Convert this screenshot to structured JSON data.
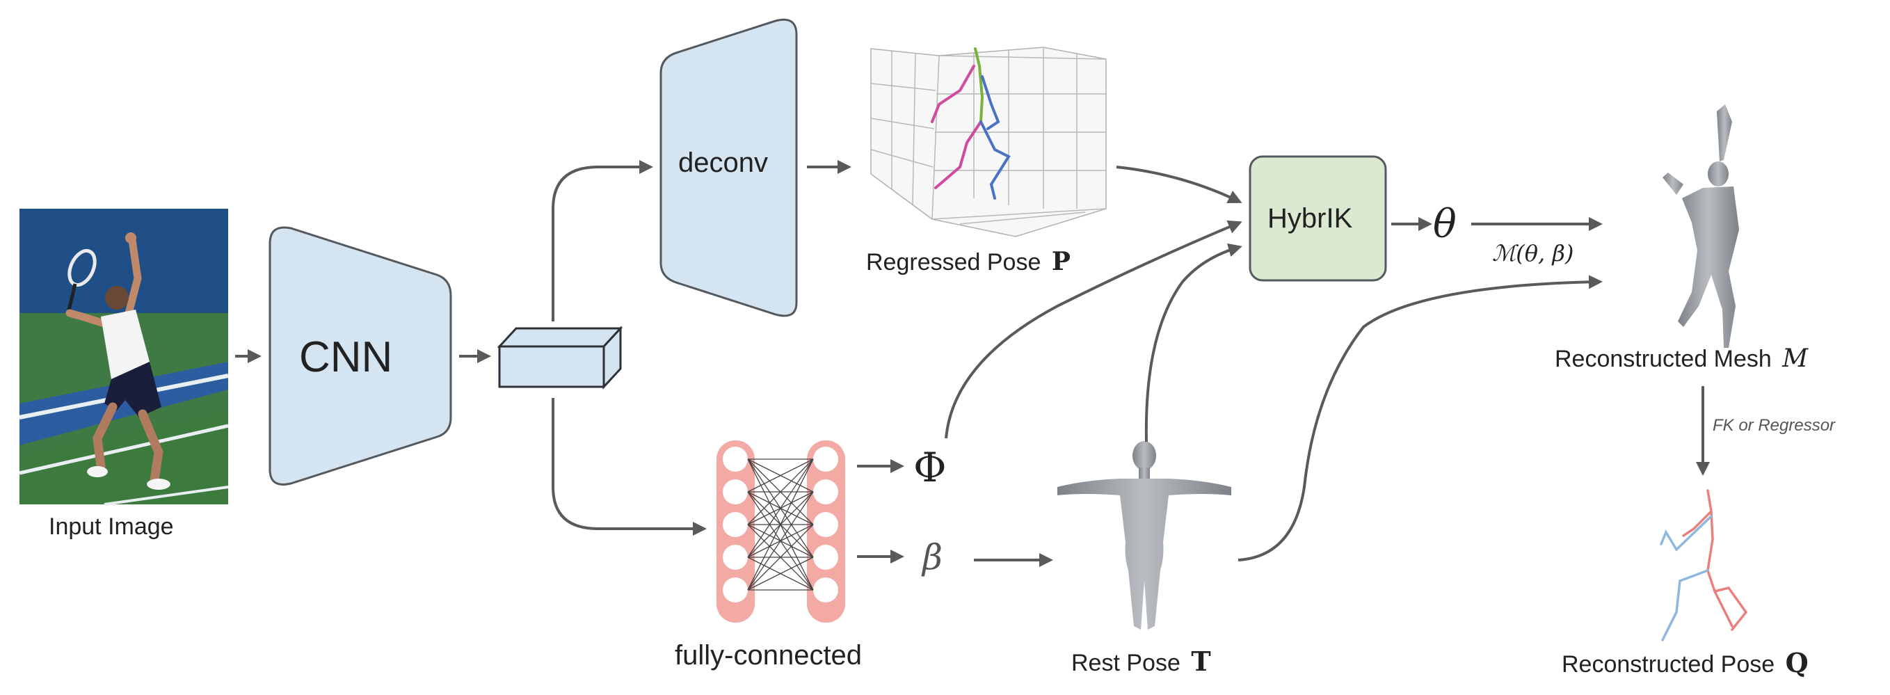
{
  "input_label": "Input Image",
  "cnn_label": "CNN",
  "deconv_label": "deconv",
  "regressed_pose_label": "Regressed Pose",
  "regressed_pose_symbol": "P",
  "hybrik_label": "HybrIK",
  "theta_symbol": "θ",
  "smpl_function": "ℳ(θ, β)",
  "phi_symbol": "Φ",
  "beta_symbol": "β",
  "fc_label": "fully-connected",
  "rest_pose_label": "Rest Pose",
  "rest_pose_symbol": "T",
  "mesh_label": "Reconstructed Mesh",
  "mesh_symbol": "M",
  "fk_label": "FK or Regressor",
  "recon_pose_label": "Reconstructed Pose",
  "recon_pose_symbol": "Q",
  "colors": {
    "block_fill": "#d5e4f1",
    "block_stroke": "#55595e",
    "hybrik_fill": "#dce9d1",
    "fc_node": "#f3aaa5",
    "arrow": "#5a5a5a",
    "mesh": "#9ea3a7"
  }
}
